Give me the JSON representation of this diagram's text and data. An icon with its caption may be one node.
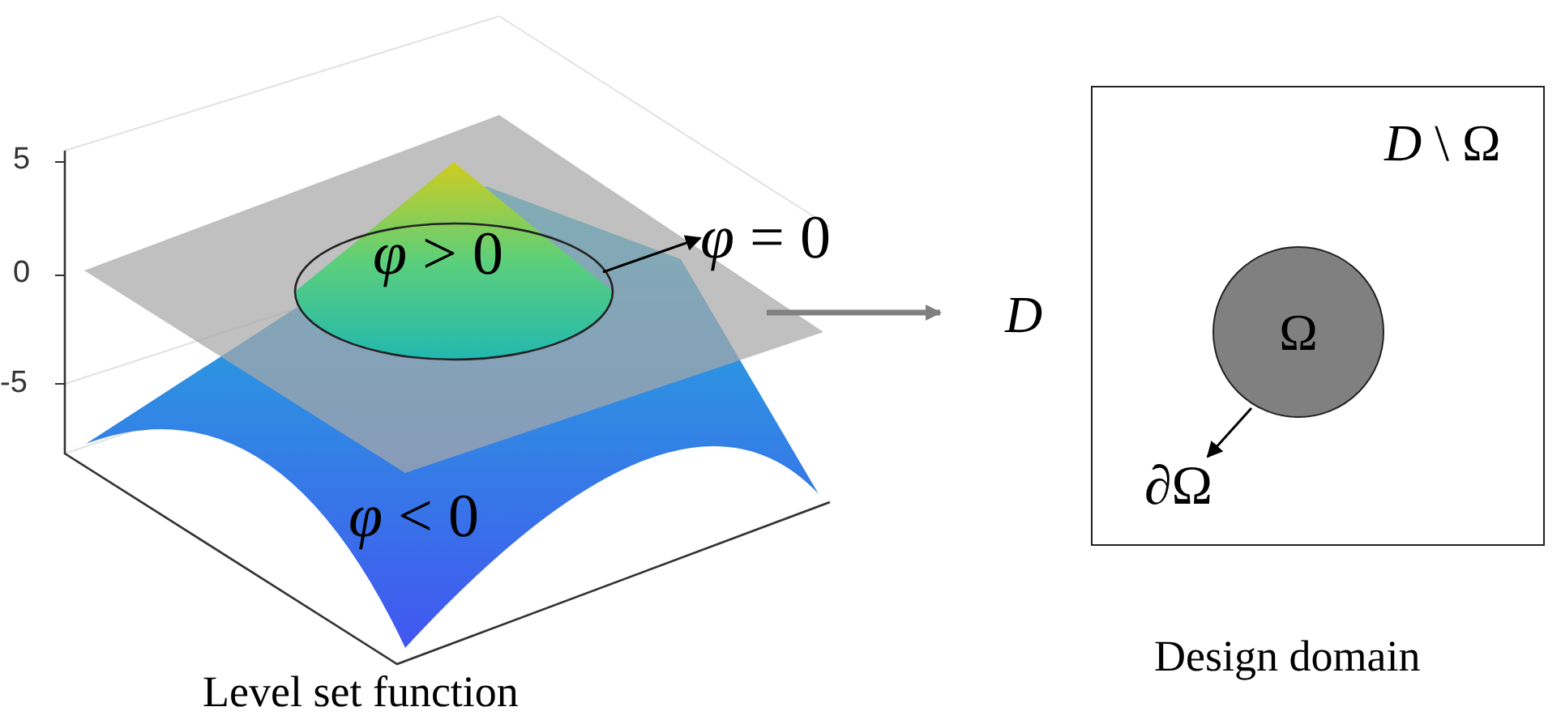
{
  "diagram": {
    "nodes": [
      {
        "text": [],
        "shape": "surface",
        "beside": [
          "Level set function"
        ]
      },
      {
        "text": [],
        "shape": "ellipse",
        "in": 0
      },
      {
        "text": [
          "*φ* = 0"
        ]
      },
      {
        "text": [
          "*D* \\ Ω"
        ],
        "beside": [
          "D",
          "Design domain"
        ]
      },
      {
        "text": [
          "Ω"
        ],
        "in": 3
      },
      {
        "text": [
          "∂Ω"
        ],
        "in": 3
      }
    ],
    "edges": [
      {
        "from": 1,
        "to": 2,
        "arrow": "to"
      },
      {
        "from": 0,
        "to": 3,
        "arrow": "to",
        "color": "#808080",
        "style": "thick"
      },
      {
        "from": 4,
        "to": 5,
        "arrow": "to"
      }
    ],
    "labels": [
      "5",
      "0",
      "-5",
      "*φ* > 0",
      "*φ* < 0"
    ]
  }
}
